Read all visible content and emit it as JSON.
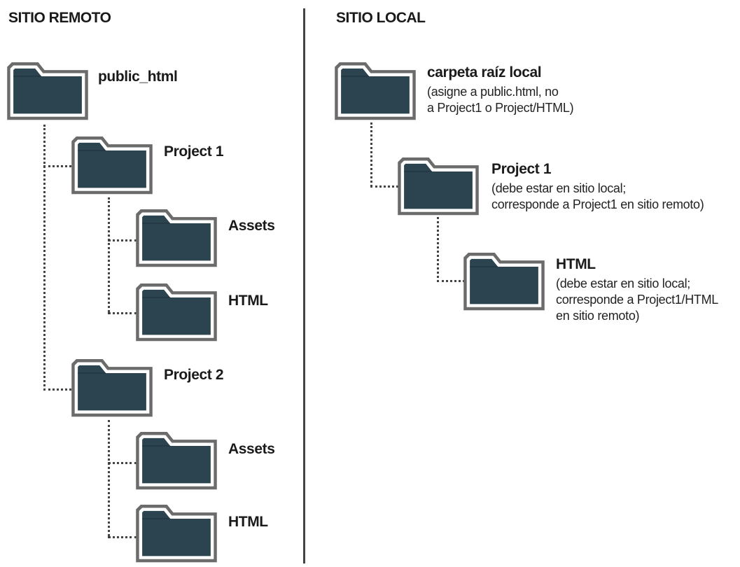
{
  "remote": {
    "heading": "SITIO REMOTO",
    "folders": {
      "public_html": "public_html",
      "project1": "Project 1",
      "p1_assets": "Assets",
      "p1_html": "HTML",
      "project2": "Project 2",
      "p2_assets": "Assets",
      "p2_html": "HTML"
    }
  },
  "local": {
    "heading": "SITIO LOCAL",
    "root": {
      "label": "carpeta raíz local",
      "desc": [
        "(asigne a public.html, no",
        "a Project1 o Project/HTML)"
      ]
    },
    "project1": {
      "label": "Project 1",
      "desc": [
        "(debe estar en sitio local;",
        "corresponde a Project1 en sitio remoto)"
      ]
    },
    "html": {
      "label": "HTML",
      "desc": [
        "(debe estar en sitio local;",
        "corresponde a Project1/HTML",
        "en sitio remoto)"
      ]
    }
  },
  "colors": {
    "folder_fill": "#2c4450",
    "folder_stroke": "#6b6b6b",
    "line": "#444444"
  },
  "icons": {
    "folder": "folder-icon"
  }
}
